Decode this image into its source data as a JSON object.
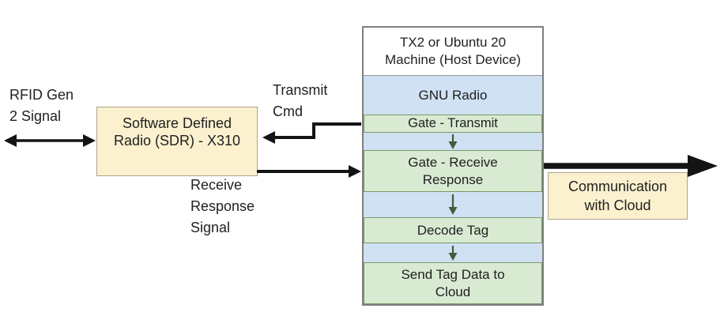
{
  "left": {
    "rfid_label": "RFID Gen\n2 Signal",
    "sdr_box": "Software Defined\nRadio (SDR) - X310",
    "transmit_label": "Transmit\nCmd",
    "receive_label": "Receive\nResponse\nSignal"
  },
  "host_stack": {
    "title": "TX2 or Ubuntu 20\nMachine (Host Device)",
    "rows": [
      {
        "label": "GNU Radio",
        "type": "layer"
      },
      {
        "label": "Gate - Transmit",
        "type": "step"
      },
      {
        "label": "Gate - Receive\nResponse",
        "type": "step"
      },
      {
        "label": "Decode Tag",
        "type": "step"
      },
      {
        "label": "Send Tag Data to\nCloud",
        "type": "step"
      }
    ]
  },
  "cloud_box": "Communication\nwith Cloud",
  "colors": {
    "cream_fill": "#fbf1cf",
    "cream_border": "#ada387",
    "blue_fill": "#cfe1f2",
    "green_fill": "#d9ead3",
    "green_border": "#7c9869",
    "container_border": "#7f7f7f",
    "connector_black": "#141414",
    "flow_arrow_green": "#475a3d",
    "text": "#212121"
  }
}
